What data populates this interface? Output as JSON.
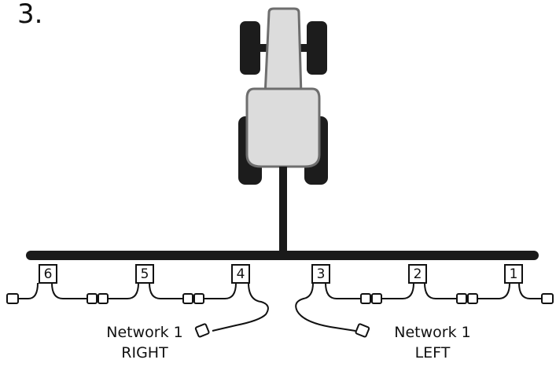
{
  "step_label": "3.",
  "sections": [
    "6",
    "5",
    "4",
    "3",
    "2",
    "1"
  ],
  "networks": {
    "right": {
      "line1": "Network 1",
      "line2": "RIGHT"
    },
    "left": {
      "line1": "Network 1",
      "line2": "LEFT"
    }
  },
  "colors": {
    "tractor_body": "#dcdcdc",
    "tractor_outline": "#6e6e6e",
    "tires": "#1c1c1c",
    "toolbar": "#1a1a1a",
    "wire": "#111111"
  }
}
